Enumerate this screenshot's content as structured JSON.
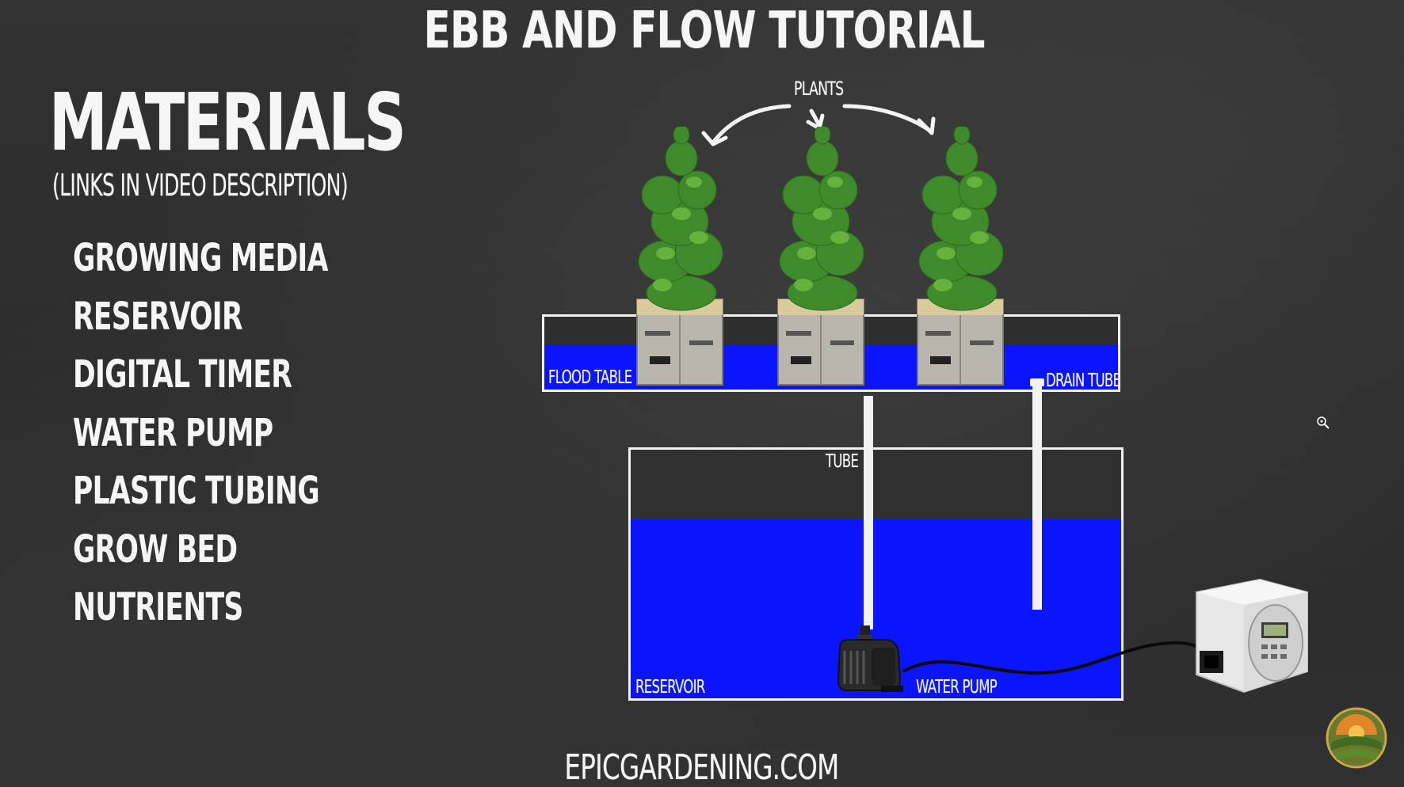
{
  "title": "EBB AND FLOW TUTORIAL",
  "materials": {
    "heading": "MATERIALS",
    "subheading": "(LINKS IN VIDEO DESCRIPTION)",
    "items": [
      "GROWING MEDIA",
      "RESERVOIR",
      "DIGITAL TIMER",
      "WATER PUMP",
      "PLASTIC TUBING",
      "GROW BED",
      "NUTRIENTS"
    ]
  },
  "diagram": {
    "plants_label": "PLANTS",
    "flood_table_label": "FLOOD TABLE",
    "drain_tube_label": "DRAIN TUBE",
    "tube_label": "TUBE",
    "reservoir_label": "RESERVOIR",
    "water_pump_label": "WATER PUMP",
    "water_color": "#0a14ff",
    "outline_color": "#f2f2f2"
  },
  "footer": {
    "website": "EPICGARDENING.COM"
  },
  "icons": {
    "logo": "epic-gardening-logo-icon",
    "cursor": "zoom-cursor-icon",
    "timer": "digital-timer-icon",
    "pump": "water-pump-icon"
  }
}
